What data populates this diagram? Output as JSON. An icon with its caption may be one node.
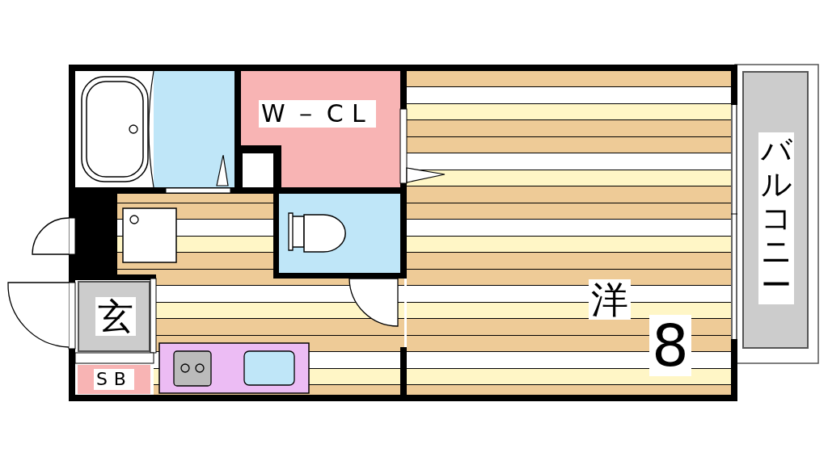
{
  "diagram": {
    "nodes": [
      {
        "text": [
          "W－CL"
        ]
      },
      {
        "text": [
          "洋",
          "8"
        ]
      },
      {
        "text": [
          "バルコニー"
        ]
      },
      {
        "text": [
          "玄"
        ]
      },
      {
        "text": [
          "SB"
        ]
      }
    ]
  }
}
